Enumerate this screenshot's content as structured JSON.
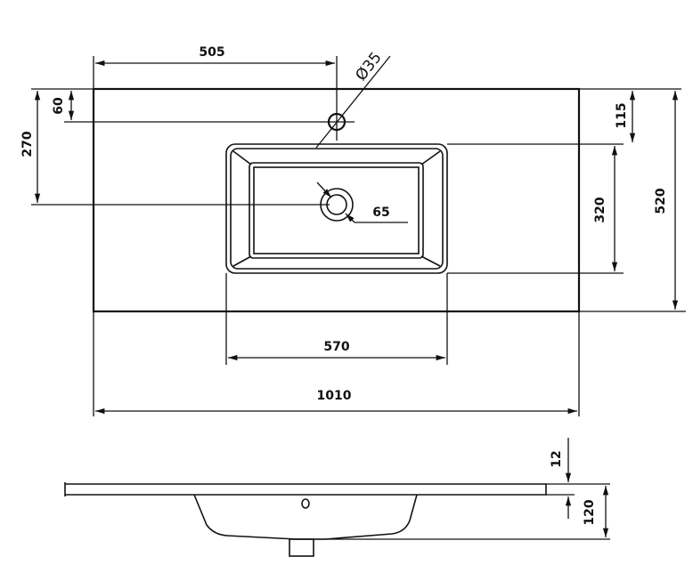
{
  "drawing": {
    "top_view": {
      "dim_tap_offset_x": "505",
      "dim_tap_offset_y": "60",
      "dim_drain_offset_y": "270",
      "dim_tap_hole": "Ø35",
      "dim_drain": "65",
      "dim_basin_offset_y": "115",
      "dim_basin_depth": "320",
      "dim_total_depth": "520",
      "dim_basin_width": "570",
      "dim_total_width": "1010"
    },
    "side_view": {
      "dim_slab_thickness": "12",
      "dim_total_height": "120"
    }
  }
}
